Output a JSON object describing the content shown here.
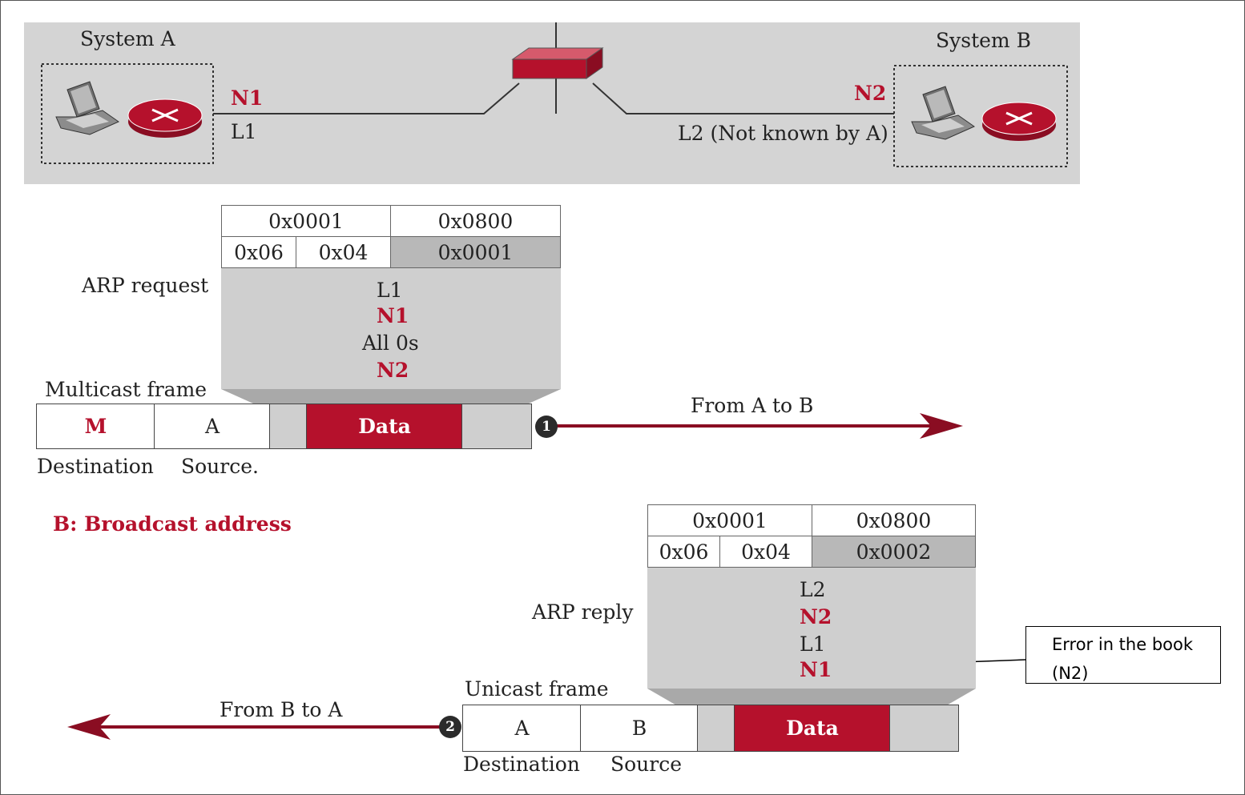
{
  "top_strip": {
    "system_a": "System A",
    "system_b": "System B",
    "n1": "N1",
    "l1": "L1",
    "n2": "N2",
    "l2": "L2 (Not known by A)"
  },
  "request": {
    "label": "ARP request",
    "row1": [
      "0x0001",
      "0x0800"
    ],
    "row2": [
      "0x06",
      "0x04",
      "0x0001"
    ],
    "lines": [
      "L1",
      "N1",
      "All 0s",
      "N2"
    ],
    "frame_type": "Multicast frame",
    "dest": "M",
    "src": "A",
    "data": "Data",
    "dest_label": "Destination",
    "src_label": "Source.",
    "step": "1",
    "direction": "From A to B"
  },
  "broadcast_note": "B: Broadcast address",
  "reply": {
    "label": "ARP reply",
    "row1": [
      "0x0001",
      "0x0800"
    ],
    "row2": [
      "0x06",
      "0x04",
      "0x0002"
    ],
    "lines": [
      "L2",
      "N2",
      "L1",
      "N1"
    ],
    "frame_type": "Unicast frame",
    "dest": "A",
    "src": "B",
    "data": "Data",
    "dest_label": "Destination",
    "src_label": "Source",
    "step": "2",
    "direction": "From B to A"
  },
  "annotation": {
    "line1": "Error in the book",
    "line2": "(N2)"
  },
  "colors": {
    "accent_red": "#b5112c",
    "strip_gray": "#d4d4d4",
    "packet_gray": "#cfcfcf"
  }
}
